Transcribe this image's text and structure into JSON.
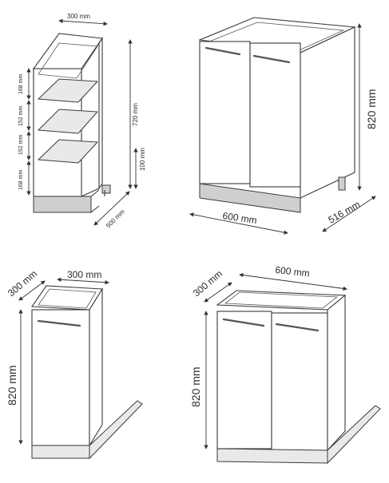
{
  "diagrams": {
    "shelf_unit": {
      "width": "300 mm",
      "height": "720 mm",
      "leg": "100 mm",
      "depth": "500 mm",
      "shelf_1": "168 mm",
      "shelf_2": "152 mm",
      "shelf_3": "152 mm",
      "shelf_4": "168 mm"
    },
    "double_cabinet": {
      "width": "600 mm",
      "height": "820 mm",
      "depth": "516 mm"
    },
    "single_front": {
      "width": "300 mm",
      "depth": "300 mm",
      "height": "820 mm"
    },
    "double_front": {
      "width": "600 mm",
      "depth": "300 mm",
      "height": "820 mm"
    }
  }
}
